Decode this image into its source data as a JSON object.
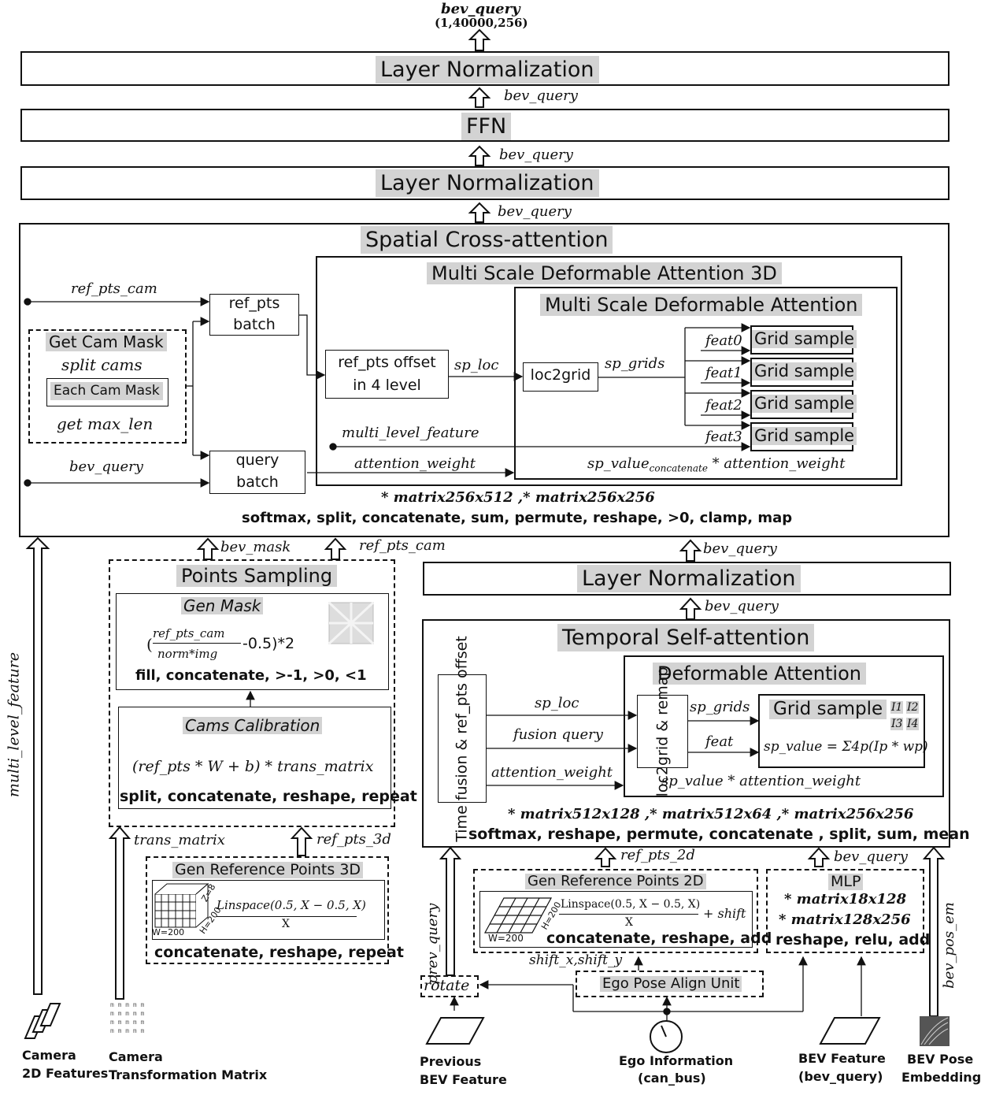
{
  "top": {
    "out_label": "bev_query",
    "out_shape": "(1,40000,256)"
  },
  "layer_norm_1": "Layer Normalization",
  "ffn": "FFN",
  "layer_norm_2": "Layer Normalization",
  "arrow_labels": {
    "ln1_in": "bev_query",
    "ffn_in": "bev_query",
    "ln2_in": "bev_query",
    "bev_mask": "bev_mask",
    "ref_pts_cam": "ref_pts_cam",
    "sca_in": "bev_query",
    "ln3_in": "bev_query",
    "trans_matrix": "trans_matrix",
    "ref_pts_3d": "ref_pts_3d",
    "ref_pts_2d": "ref_pts_2d",
    "tsa_bev": "bev_query",
    "prev_query": "prev_query",
    "multi_level_feature": "multi_level_feature",
    "bev_pos_em": "bev_pos_em",
    "shift": "shift_x,shift_y"
  },
  "sca": {
    "title": "Spatial Cross-attention",
    "msda3d_title": "Multi Scale Deformable Attention 3D",
    "msda_title": "Multi Scale Deformable Attention",
    "ref_pts_cam": "ref_pts_cam",
    "ref_pts_batch_1": "ref_pts",
    "ref_pts_batch_2": "batch",
    "get_cam_mask": "Get Cam Mask",
    "split_cams": "split cams",
    "each_cam_mask": "Each Cam Mask",
    "get_max_len": "get max_len",
    "bev_query": "bev_query",
    "query_batch_1": "query",
    "query_batch_2": "batch",
    "ref_offset_1": "ref_pts offset",
    "ref_offset_2": "in 4 level",
    "sp_loc": "sp_loc",
    "loc2grid": "loc2grid",
    "sp_grids": "sp_grids",
    "feats": [
      "feat0",
      "feat1",
      "feat2",
      "feat3"
    ],
    "grid_sample": "Grid sample",
    "multi_level_feature": "multi_level_feature",
    "attention_weight": "attention_weight",
    "sp_value_expr": "sp_value",
    "sp_value_sub": "concatenate",
    "sp_value_rest": " * attention_weight",
    "matrices": "* matrix256x512 ,* matrix256x256",
    "ops": "softmax, split, concatenate, sum, permute, reshape, >0, clamp, map"
  },
  "points_sampling": {
    "title": "Points Sampling",
    "gen_mask": "Gen Mask",
    "formula_num": "ref_pts_cam",
    "formula_den": "norm*img",
    "formula_rest": "-0.5)*2",
    "mask_ops": "fill, concatenate, >-1, >0, <1",
    "cams_calib": "Cams Calibration",
    "calib_formula": "(ref_pts * W + b) * trans_matrix",
    "calib_ops": "split, concatenate, reshape, repeat"
  },
  "gen_ref_3d": {
    "title": "Gen Reference Points 3D",
    "num": "Linspace(0.5, X − 0.5, X)",
    "den": "X",
    "w": "W=200",
    "h": "H=200",
    "z": "Z=8",
    "ops": "concatenate, reshape, repeat"
  },
  "layer_norm_3": "Layer Normalization",
  "tsa": {
    "title": "Temporal Self-attention",
    "da_title": "Deformable Attention",
    "time_fusion": "Time fusion & ref_pts offset",
    "sp_loc": "sp_loc",
    "fusion_query": "fusion query",
    "attention_weight": "attention_weight",
    "loc2grid": "loc2grid & remap",
    "sp_grids": "sp_grids",
    "feat": "feat",
    "grid_sample": "Grid sample",
    "i_labels": [
      "I1",
      "I2",
      "I3",
      "I4"
    ],
    "sp_value_formula": "sp_value = Σ4p(Ip * wp)",
    "sp_value_attn": "sp_value * attention_weight",
    "matrices": "* matrix512x128 ,* matrix512x64 ,* matrix256x256",
    "ops": "softmax, reshape, permute, concatenate , split, sum, mean"
  },
  "gen_ref_2d": {
    "title": "Gen Reference Points 2D",
    "num": "Linspace(0.5, X − 0.5, X)",
    "den": "X",
    "shift": "+ shift",
    "w": "W=200",
    "h": "H=200",
    "ops": "concatenate, reshape, add"
  },
  "mlp": {
    "title": "MLP",
    "m1": "* matrix18x128",
    "m2": "* matrix128x256",
    "ops": "reshape, relu, add"
  },
  "rotate": "rotate",
  "ego_pose": "Ego Pose Align Unit",
  "inputs": {
    "cam2d_1": "Camera",
    "cam2d_2": "2D Features",
    "camT_1": "Camera",
    "camT_2": "Transformation Matrix",
    "prev_1": "Previous",
    "prev_2": "BEV Feature",
    "ego_1": "Ego Information",
    "ego_2": "(can_bus)",
    "bevf_1": "BEV Feature",
    "bevf_2": "(bev_query)",
    "pos_1": "BEV Pose",
    "pos_2": "Embedding"
  }
}
